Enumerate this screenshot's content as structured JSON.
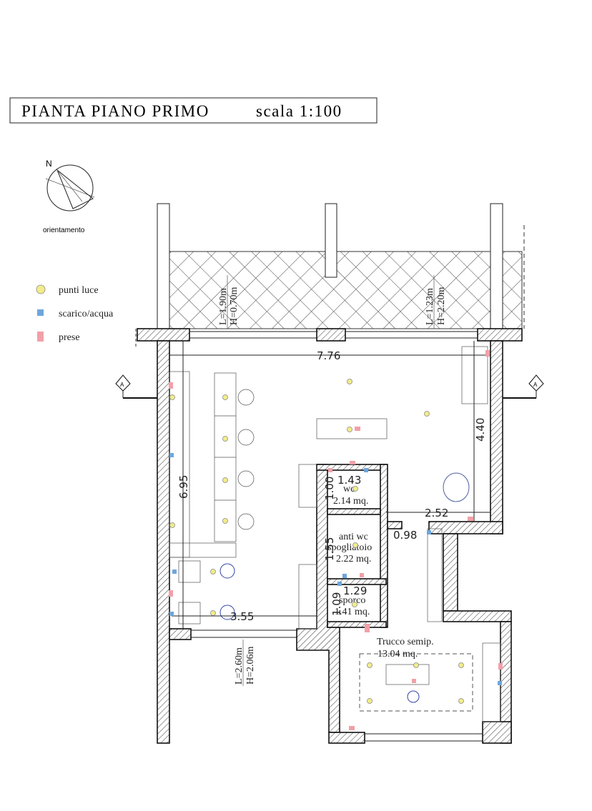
{
  "title": {
    "text": "PIANTA  PIANO  PRIMO",
    "scale": "scala  1:100"
  },
  "compass": {
    "north": "N",
    "label": "orientamento"
  },
  "legend": [
    {
      "label": "punti luce",
      "color": "#f2ec8a"
    },
    {
      "label": "scarico/acqua",
      "color": "#6ea6dc"
    },
    {
      "label": "prese",
      "color": "#f2a0a8"
    }
  ],
  "windows": {
    "w1_l": "L=1.90m",
    "w1_h": "H=0.70m",
    "w2_l": "L=1.23m",
    "w2_h": "H=2.20m",
    "w3_l": "L=2.60m",
    "w3_h": "H=2.06m"
  },
  "section_marker": "A",
  "dimensions": {
    "width_main": "7.76",
    "height_main": "6.95",
    "right_wall": "4.40",
    "corridor_a": "2.52",
    "corridor_b": "0.98",
    "bottom": "3.55",
    "wc_w": "1.43",
    "wc_h": "1.00",
    "anti_h": "1.55",
    "sporco_w": "1.29",
    "sporco_h": "1.09"
  },
  "rooms": {
    "wc": {
      "name": "wc",
      "area": "2.14 mq."
    },
    "anti_wc": {
      "name": "anti wc",
      "name2": "spogliatoio",
      "area": "2.22 mq."
    },
    "sporco": {
      "name": "sporco",
      "area": "1.41 mq."
    },
    "trucco": {
      "name": "Trucco semip.",
      "area": "13.04 mq."
    }
  }
}
